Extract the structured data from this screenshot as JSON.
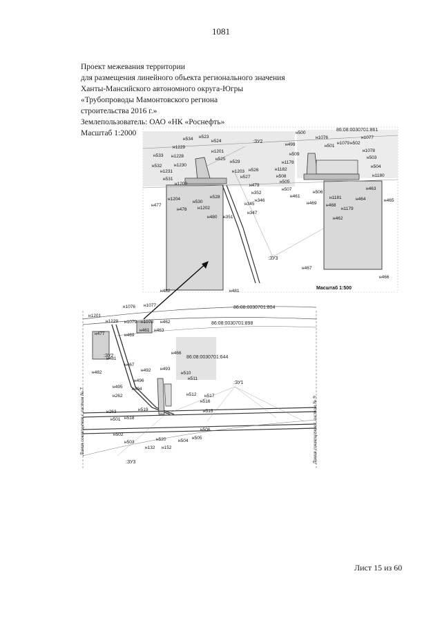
{
  "page_number": "1081",
  "header": {
    "line1": "Проект межевания территории",
    "line2": "для размещения линейного объекта регионального значения",
    "line3": "Ханты-Мансийского автономного округа-Югры",
    "line4": "«Трубопроводы Мамонтовского региона",
    "line5": "строительства 2016 г.»",
    "line6": "Землепользователь: ОАО «НК «Роснефть»",
    "scale": "Масштаб 1:2000"
  },
  "inset": {
    "scale": "Масштаб 1:500",
    "cadastral": "86:08:0030701:861",
    "zone1": ":ЗУ2",
    "zone2": ":ЗУ3",
    "points": [
      "н534",
      "н523",
      "н524",
      "н1229",
      "н1201",
      "н533",
      "н1228",
      "н525",
      "н529",
      "н532",
      "н1230",
      "н1203",
      "н526",
      "н1231",
      "н527",
      "н531",
      "н1200",
      "н479",
      "н1204",
      "н528",
      "н352",
      "н477",
      "н530",
      "н346",
      "н478",
      "н1202",
      "н345",
      "н480",
      "н351",
      "н347",
      "н482",
      "н481",
      "н500",
      "н1076",
      "н499",
      "н501",
      "н1079",
      "н502",
      "н1077",
      "н1078",
      "н509",
      "н503",
      "н1178",
      "н504",
      "н1182",
      "н508",
      "н1180",
      "н505",
      "н463",
      "н507",
      "н506",
      "н461",
      "н1181",
      "н464",
      "н469",
      "н465",
      "н468",
      "н1179",
      "н462",
      "н467",
      "н466"
    ]
  },
  "main": {
    "cadastral1": "86:08:0030701:804",
    "cadastral2": "86:08:0030701:898",
    "cadastral3": "86:08:0030701:644",
    "zone1": ":ЗУ1",
    "zone2": ":ЗУ2",
    "zone3": ":ЗУ3",
    "side_left": "Линия совмещения с листом № 7",
    "side_right": "Линия совмещения с листом № 9",
    "points": [
      "н1076",
      "н1077",
      "н1201",
      "н1229",
      "н1079",
      "н1078",
      "н462",
      "н477",
      "н463",
      "н461",
      "н469",
      "н466",
      "н481",
      "н467",
      "н482",
      "н492",
      "н493",
      "н510",
      "н511",
      "н495",
      "н496",
      "н494",
      "н262",
      "н512",
      "н517",
      "н516",
      "н263",
      "н518",
      "н519",
      "н515",
      "н501",
      "н502",
      "н506",
      "н503",
      "н520",
      "н504",
      "н505",
      "н132",
      "н152"
    ]
  },
  "footer": "Лист 15 из 60"
}
